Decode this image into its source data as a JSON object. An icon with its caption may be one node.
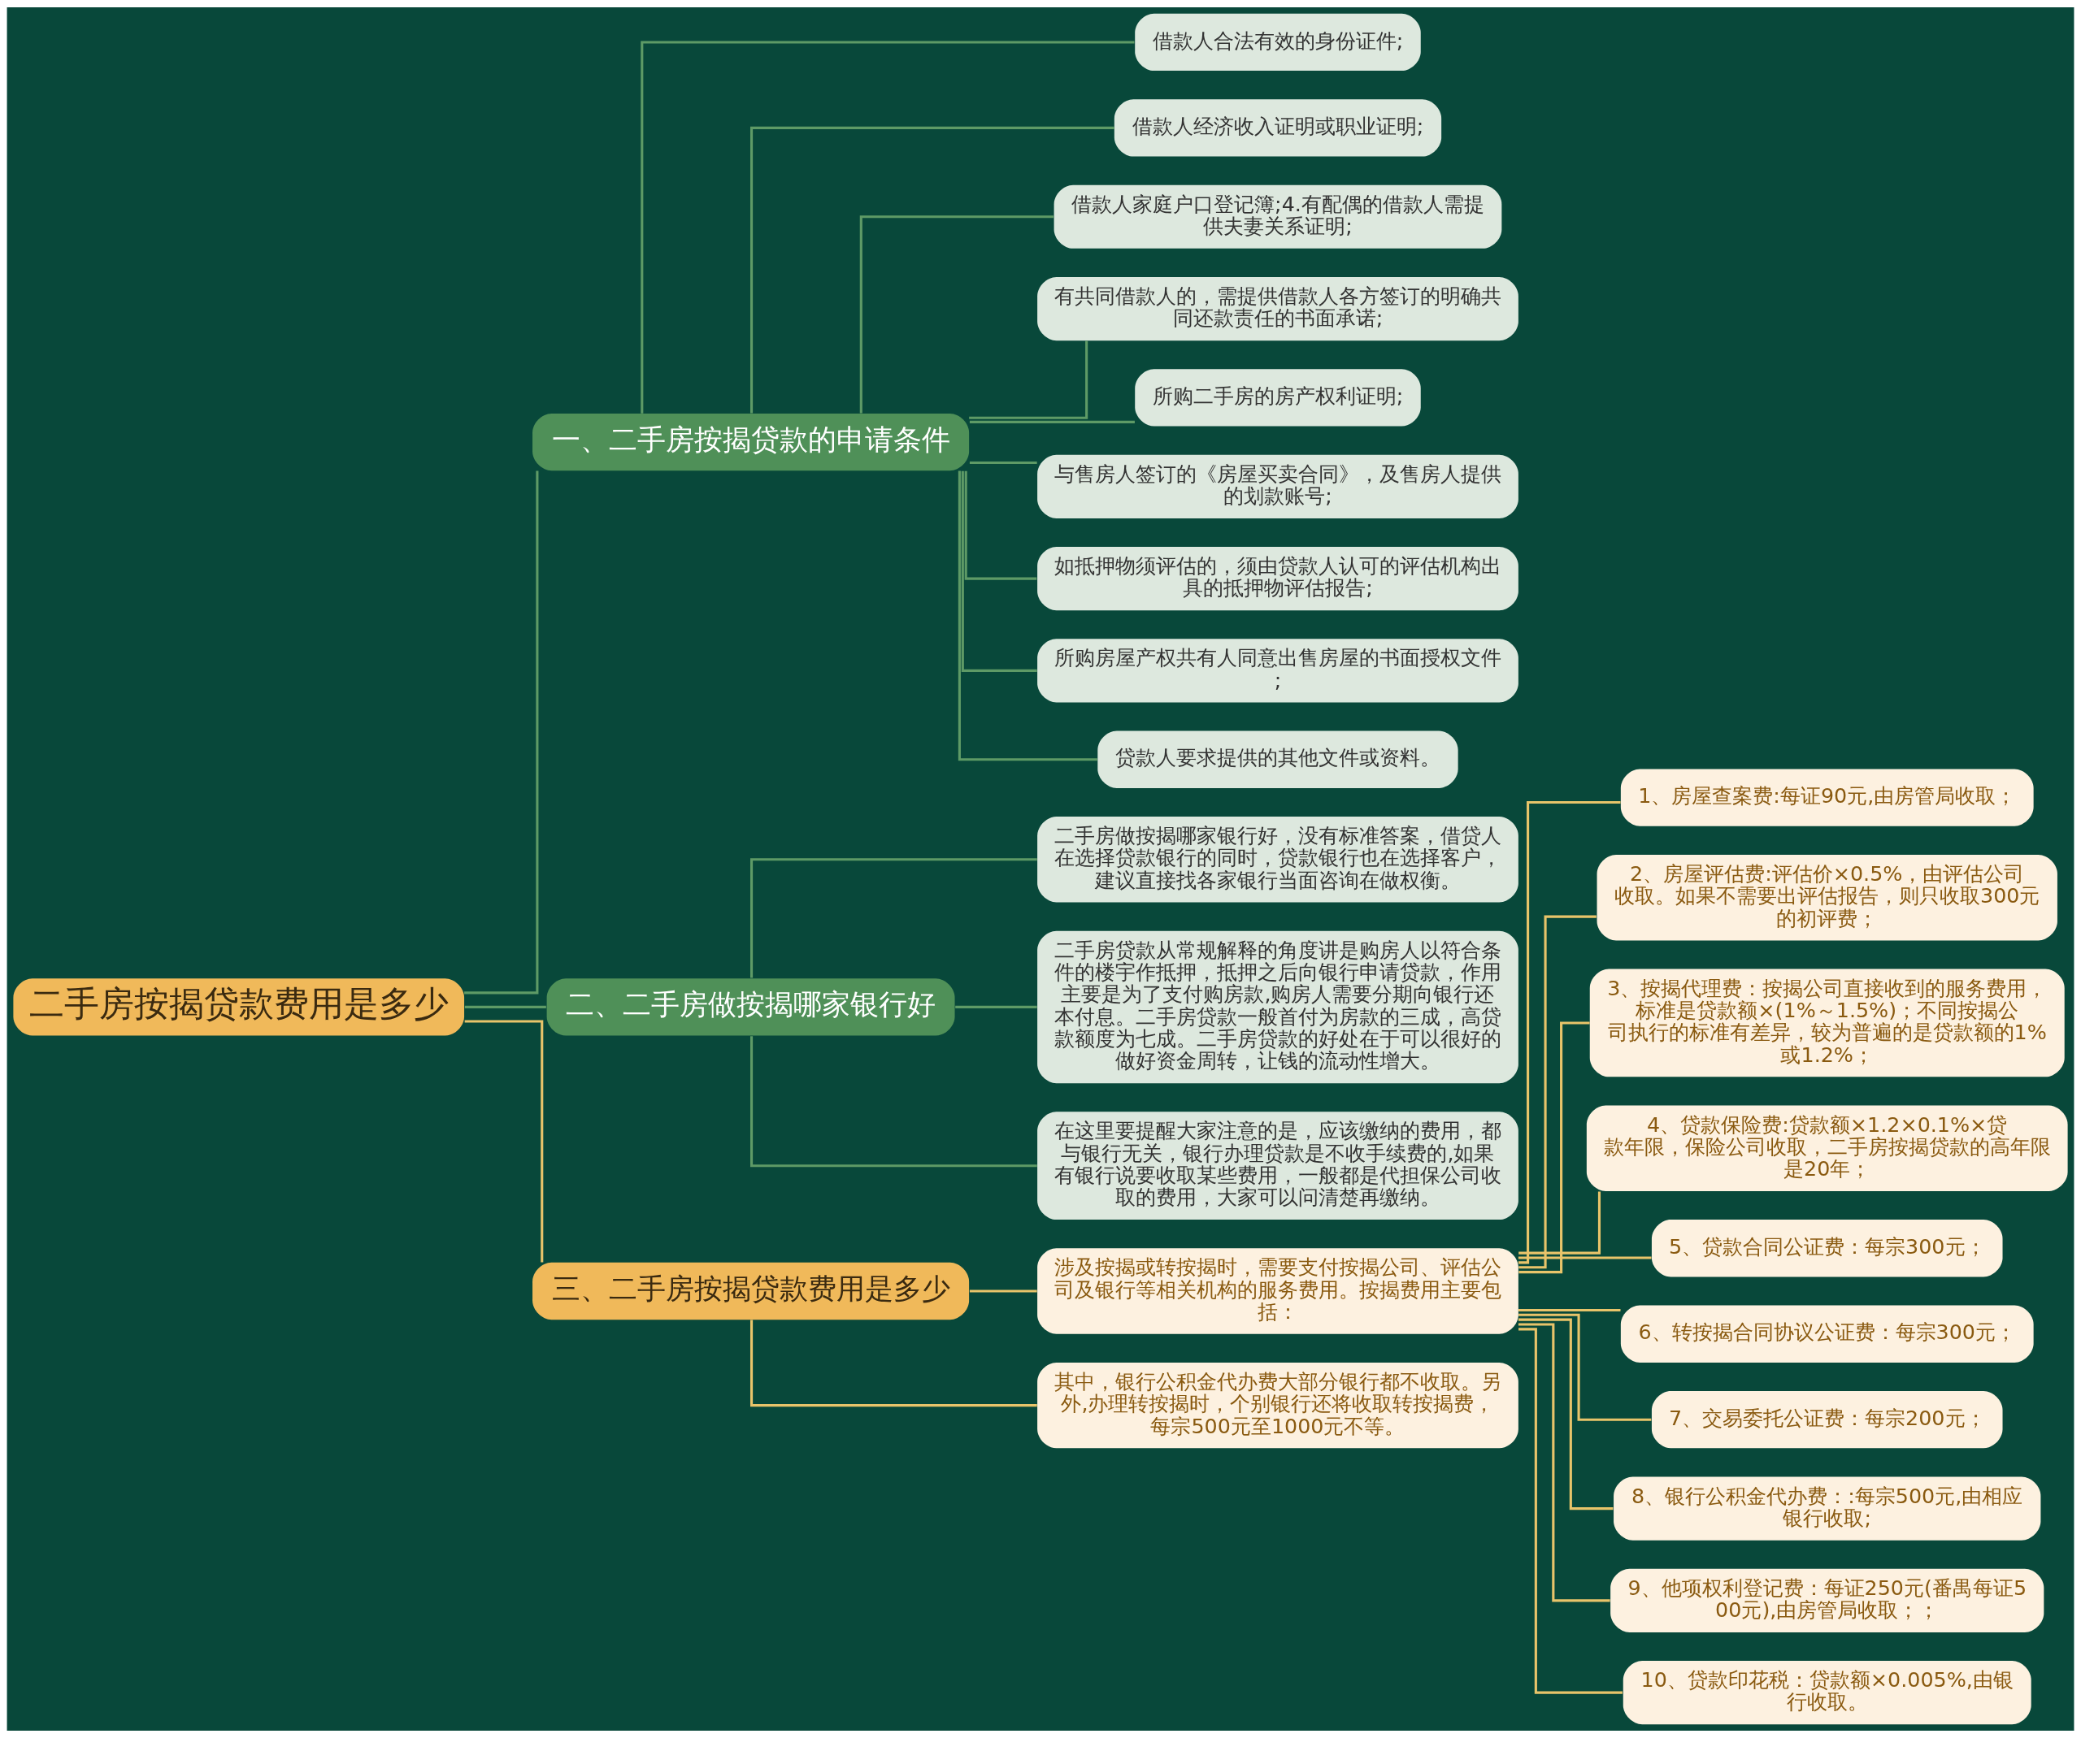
{
  "diagram": {
    "nodes": [
      {
        "text": [
          "二手房按揭贷款费用是多少"
        ]
      },
      {
        "text": [
          "一、二手房按揭贷款的申请条件"
        ]
      },
      {
        "text": [
          "借款人合法有效的身份证件;"
        ]
      },
      {
        "text": [
          "借款人经济收入证明或职业证明;"
        ]
      },
      {
        "text": [
          "借款人家庭户口登记簿;4.有配偶的借款人需提供夫妻关系证明;"
        ]
      },
      {
        "text": [
          "有共同借款人的，需提供借款人各方签订的明确共同还款责任的书面承诺;"
        ]
      },
      {
        "text": [
          "所购二手房的房产权利证明;"
        ]
      },
      {
        "text": [
          "与售房人签订的《房屋买卖合同》，及售房人提供的划款账号;"
        ]
      },
      {
        "text": [
          "如抵押物须评估的，须由贷款人认可的评估机构出具的抵押物评估报告;"
        ]
      },
      {
        "text": [
          "所购房屋产权共有人同意出售房屋的书面授权文件;"
        ]
      },
      {
        "text": [
          "贷款人要求提供的其他文件或资料。"
        ]
      },
      {
        "text": [
          "二、二手房做按揭哪家银行好"
        ]
      },
      {
        "text": [
          "二手房做按揭哪家银行好，没有标准答案，借贷人在选择贷款银行的同时，贷款银行也在选择客户，建议直接找各家银行当面咨询在做权衡。"
        ]
      },
      {
        "text": [
          "二手房贷款从常规解释的角度讲是购房人以符合条件的楼宇作抵押，抵押之后向银行申请贷款，作用主要是为了支付购房款,购房人需要分期向银行还本付息。二手房贷款一般首付为房款的三成，高贷款额度为七成。二手房贷款的好处在于可以很好的做好资金周转，让钱的流动性增大。"
        ]
      },
      {
        "text": [
          "在这里要提醒大家注意的是，应该缴纳的费用，都与银行无关，银行办理贷款是不收手续费的,如果有银行说要收取某些费用，一般都是代担保公司收取的费用，大家可以问清楚再缴纳。"
        ]
      },
      {
        "text": [
          "三、二手房按揭贷款费用是多少"
        ]
      },
      {
        "text": [
          "涉及按揭或转按揭时，需要支付按揭公司、评估公司及银行等相关机构的服务费用。按揭费用主要包括："
        ]
      },
      {
        "text": [
          "1、房屋查案费:每证90元,由房管局收取；"
        ]
      },
      {
        "text": [
          "2、房屋评估费:评估价×0.5%，由评估公司收取。如果不需要出评估报告，则只收取300元的初评费；"
        ]
      },
      {
        "text": [
          "3、按揭代理费：按揭公司直接收到的服务费用，标准是贷款额×(1%～1.5%)；不同按揭公司执行的标准有差异，较为普遍的是贷款额的1%或1.2%；"
        ]
      },
      {
        "text": [
          "4、贷款保险费:贷款额×1.2×0.1%×贷款年限，保险公司收取，二手房按揭贷款的高年限是20年；"
        ]
      },
      {
        "text": [
          "5、贷款合同公证费：每宗300元；"
        ]
      },
      {
        "text": [
          "6、转按揭合同协议公证费：每宗300元；"
        ]
      },
      {
        "text": [
          "7、交易委托公证费：每宗200元；"
        ]
      },
      {
        "text": [
          "8、银行公积金代办费：:每宗500元,由相应银行收取;"
        ]
      },
      {
        "text": [
          "9、他项权利登记费：每证250元(番禺每证500元),由房管局收取；；"
        ]
      },
      {
        "text": [
          "10、贷款印花税：贷款额×0.005%,由银行收取。"
        ]
      },
      {
        "text": [
          "其中，银行公积金代办费大部分银行都不收取。另外,办理转按揭时，个别银行还将收取转按揭费，每宗500元至1000元不等。"
        ]
      }
    ],
    "edges": [
      {
        "from": 0,
        "to": 1,
        "arrow": "none"
      },
      {
        "from": 1,
        "to": 2,
        "arrow": "none"
      },
      {
        "from": 1,
        "to": 3,
        "arrow": "none"
      },
      {
        "from": 1,
        "to": 4,
        "arrow": "none"
      },
      {
        "from": 1,
        "to": 5,
        "arrow": "none"
      },
      {
        "from": 1,
        "to": 6,
        "arrow": "none"
      },
      {
        "from": 1,
        "to": 7,
        "arrow": "none"
      },
      {
        "from": 1,
        "to": 8,
        "arrow": "none"
      },
      {
        "from": 1,
        "to": 9,
        "arrow": "none"
      },
      {
        "from": 1,
        "to": 10,
        "arrow": "none"
      },
      {
        "from": 0,
        "to": 11,
        "arrow": "none"
      },
      {
        "from": 11,
        "to": 12,
        "arrow": "none"
      },
      {
        "from": 11,
        "to": 13,
        "arrow": "none"
      },
      {
        "from": 11,
        "to": 14,
        "arrow": "none"
      },
      {
        "from": 0,
        "to": 15,
        "arrow": "none",
        "color": "#e8c46a"
      },
      {
        "from": 15,
        "to": 16,
        "arrow": "none",
        "color": "#e8c46a"
      },
      {
        "from": 16,
        "to": 17,
        "arrow": "none",
        "color": "#e8c46a"
      },
      {
        "from": 16,
        "to": 18,
        "arrow": "none",
        "color": "#e8c46a"
      },
      {
        "from": 16,
        "to": 19,
        "arrow": "none",
        "color": "#e8c46a"
      },
      {
        "from": 16,
        "to": 20,
        "arrow": "none",
        "color": "#e8c46a"
      },
      {
        "from": 16,
        "to": 21,
        "arrow": "none",
        "color": "#e8c46a"
      },
      {
        "from": 16,
        "to": 22,
        "arrow": "none",
        "color": "#e8c46a"
      },
      {
        "from": 16,
        "to": 23,
        "arrow": "none",
        "color": "#e8c46a"
      },
      {
        "from": 16,
        "to": 24,
        "arrow": "none",
        "color": "#e8c46a"
      },
      {
        "from": 16,
        "to": 25,
        "arrow": "none",
        "color": "#e8c46a"
      },
      {
        "from": 16,
        "to": 26,
        "arrow": "none",
        "color": "#e8c46a"
      },
      {
        "from": 15,
        "to": 27,
        "arrow": "none",
        "color": "#e8c46a"
      }
    ]
  }
}
